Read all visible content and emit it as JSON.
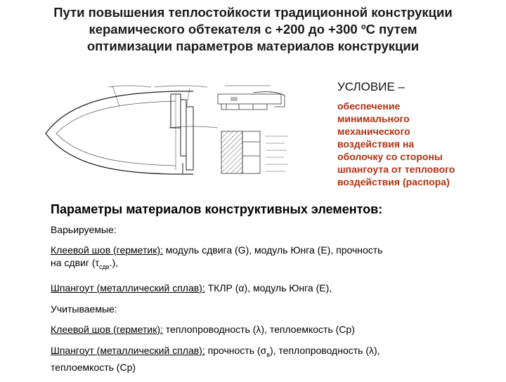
{
  "title": {
    "line1": "Пути повышения теплостойкости традиционной конструкции",
    "line2": "керамического обтекателя с +200 до +300 ºС путем",
    "line3": "оптимизации параметров материалов конструкции"
  },
  "condition": {
    "heading": "УСЛОВИЕ –",
    "lines": [
      "обеспечение",
      "минимального",
      "механического",
      "воздействия на",
      "оболочку со стороны",
      "шпангоута от теплового",
      "воздействия (распора)"
    ]
  },
  "parameters": {
    "heading": "Параметры материалов конструктивных элементов:",
    "varied_label": "Варьируемые:",
    "varied": {
      "p1_term": "Клеевой шов (герметик):",
      "p1_text": " модуль сдвига (G), модуль Юнга (E), прочность",
      "p1_line2a": "на сдвиг (",
      "p1_tau": "τ",
      "p1_sub": "сдв",
      "p1_line2b": ".),",
      "p2_term": "Шпангоут (металлический сплав):",
      "p2_text": " ТКЛР (α), модуль Юнга (E),"
    },
    "considered_label": "Учитываемые:",
    "considered": {
      "p3_term": "Клеевой шов (герметик):",
      "p3_text": " теплопроводность (λ), теплоемкость (Ср)",
      "p4_term": "Шпангоут (металлический сплав):",
      "p4_text_a": " прочность (σ",
      "p4_sub": "в",
      "p4_text_b": "), теплопроводность (λ),",
      "p4_line2": "теплоемкость (Ср)"
    }
  }
}
